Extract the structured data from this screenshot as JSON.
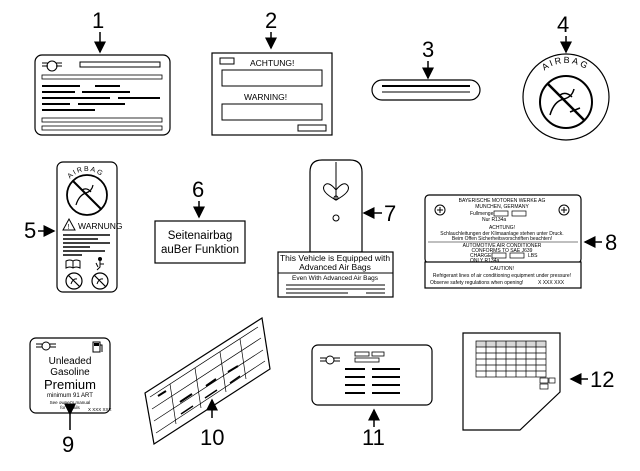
{
  "callouts": [
    "1",
    "2",
    "3",
    "4",
    "5",
    "6",
    "7",
    "8",
    "9",
    "10",
    "11",
    "12"
  ],
  "label2": {
    "top": "ACHTUNG!",
    "bottom": "WARNING!"
  },
  "label4": {
    "arc": "AIRBAG"
  },
  "label5": {
    "arc": "AIRBAG",
    "warn": "WARNUNG"
  },
  "label6": {
    "line1": "Seitenairbag",
    "line2": "auBer Funktion"
  },
  "label7": {
    "line1": "This Vehicle is Equipped with",
    "line2": "Advanced Air Bags",
    "line3": "Even With Advanced Air Bags"
  },
  "label8": {
    "l1": "BAYERISCHE MOTOREN WERKE AG",
    "l2": "MUNCHEN, GERMANY",
    "l3": "Fullmenge",
    "l4": "Nur R134a",
    "l5": "ACHTUNG!",
    "l6": "Schlauchleitungen der Klimaanlage stehen unter Druck.",
    "l7": "Beim Offen Sicherheitsvorschriften beachten!",
    "l8": "AUTOMOTIVE AIR CONDITIONER",
    "l9": "CONFORMS TO SAE J639",
    "l10": "CHARGE",
    "l10u": "LBS",
    "l11": "ONLY R134a",
    "l12": "CAUTION!",
    "l13": "Refrigerant lines of air conditioning equipment under pressure!",
    "l14": "Observe safety regulations when opening!",
    "l14b": "X XXX XXX"
  },
  "label9": {
    "l1": "Unleaded",
    "l2": "Gasoline",
    "l3": "Premium",
    "l4": "minimum 91 ART",
    "l5": "See owner's manual",
    "l6": "for details",
    "l7": "X XXX XXX"
  }
}
